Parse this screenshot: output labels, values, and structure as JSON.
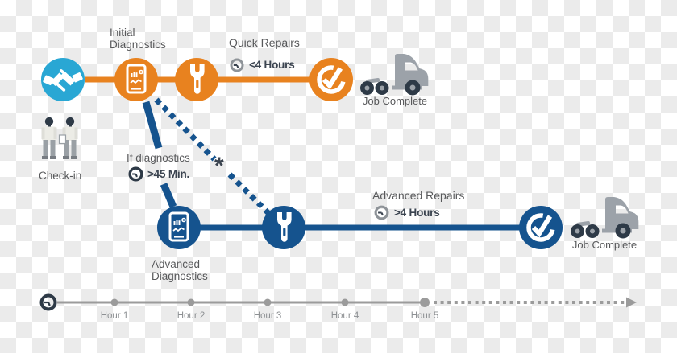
{
  "stages": {
    "check_in": {
      "label": "Check-in"
    },
    "initial_diagnostics": {
      "label": "Initial Diagnostics"
    },
    "advanced_diagnostics": {
      "label": "Advanced Diagnostics"
    }
  },
  "quick_path": {
    "title": "Quick Repairs",
    "duration": "<4 Hours",
    "complete_label": "Job Complete"
  },
  "advanced_path": {
    "title": "Advanced Repairs",
    "duration": ">4 Hours",
    "complete_label": "Job Complete"
  },
  "branch_condition": {
    "condition": "If diagnostics",
    "duration": ">45 Min.",
    "footnote_marker": "*"
  },
  "timeline": {
    "hours": [
      "Hour 1",
      "Hour 2",
      "Hour 3",
      "Hour 4",
      "Hour 5"
    ]
  },
  "icons": {
    "handshake-icon": "handshake (check-in)",
    "diagnostics-tablet-icon": "tablet with charts",
    "wrench-icon": "wrench (repair)",
    "check-icon": "circled checkmark (complete)",
    "truck-icon": "semi truck",
    "clock-icon": "clock (duration)",
    "people-icon": "two people at check-in",
    "timeline-arrow-icon": "arrowhead"
  },
  "colors": {
    "teal": "#29A7D4",
    "orange": "#E8821F",
    "blue": "#15538E",
    "navy": "#2E3A47",
    "label_gray": "#58595B",
    "bold_text": "#3B4450",
    "truck_gray": "#9CA2A9",
    "timeline_gray": "#9B9B9B",
    "hour_label_gray": "#8D9093"
  }
}
